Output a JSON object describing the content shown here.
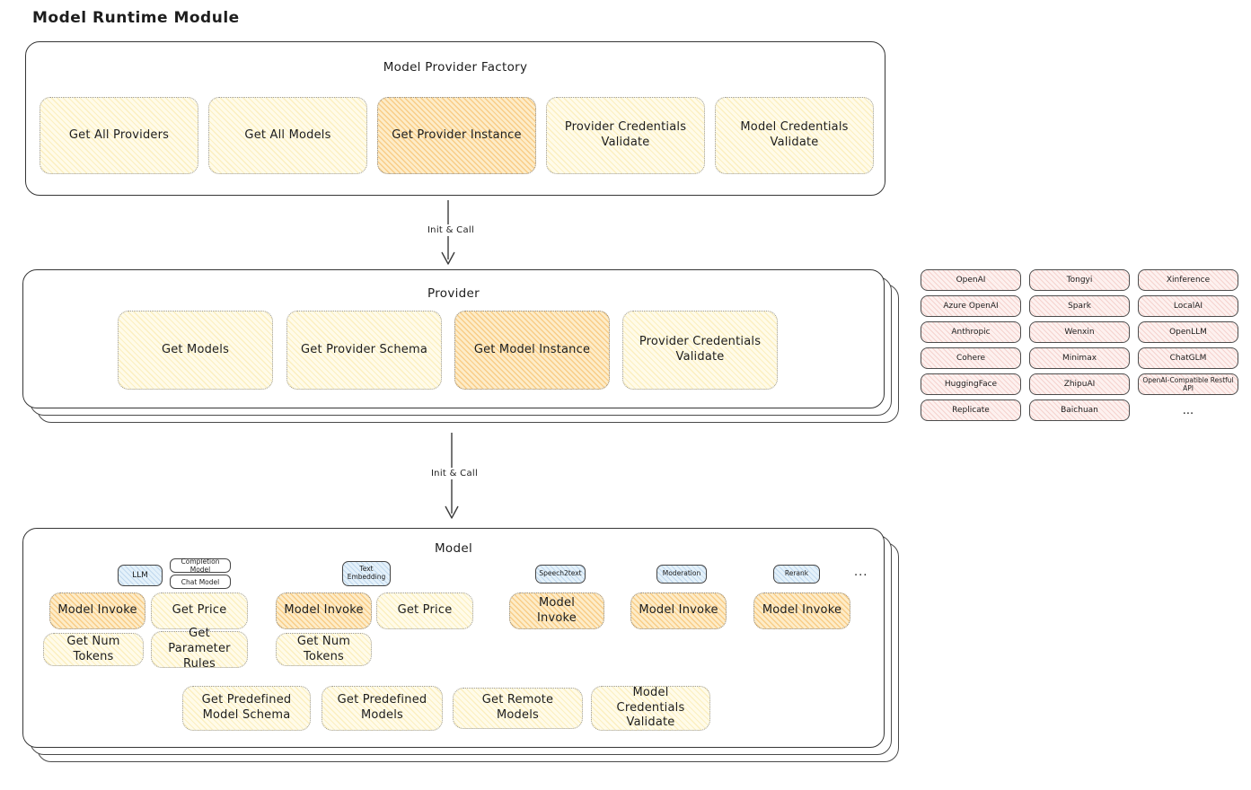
{
  "page_title": "Model Runtime Module",
  "arrow_label": "Init & Call",
  "factory": {
    "title": "Model Provider Factory",
    "buttons": [
      "Get All Providers",
      "Get All Models",
      "Get Provider Instance",
      "Provider Credentials Validate",
      "Model Credentials Validate"
    ]
  },
  "provider": {
    "title": "Provider",
    "buttons": [
      "Get Models",
      "Get Provider Schema",
      "Get Model Instance",
      "Provider Credentials Validate"
    ]
  },
  "provider_grid": {
    "rows": [
      [
        "OpenAI",
        "Tongyi",
        "Xinference"
      ],
      [
        "Azure OpenAI",
        "Spark",
        "LocalAI"
      ],
      [
        "Anthropic",
        "Wenxin",
        "OpenLLM"
      ],
      [
        "Cohere",
        "Minimax",
        "ChatGLM"
      ],
      [
        "HuggingFace",
        "ZhipuAI",
        "OpenAI-Compatible Restful API"
      ],
      [
        "Replicate",
        "Baichuan",
        "..."
      ]
    ]
  },
  "model": {
    "title": "Model",
    "ellipsis": "...",
    "tags": {
      "llm": "LLM",
      "completion": "Completion Model",
      "chat": "Chat Model",
      "embedding": "Text Embedding",
      "speech2text": "Speech2text",
      "moderation": "Moderation",
      "rerank": "Rerank"
    },
    "buttons": {
      "model_invoke": "Model Invoke",
      "get_price": "Get Price",
      "get_num_tokens": "Get Num Tokens",
      "get_parameter_rules": "Get Parameter Rules",
      "get_predefined_model_schema": "Get Predefined Model Schema",
      "get_predefined_models": "Get Predefined Models",
      "get_remote_models": "Get Remote Models",
      "model_credentials_validate": "Model Credentials Validate"
    }
  },
  "colors": {
    "yellow_fill": "#fffbe9",
    "yellow_hatch": "#f4d35e",
    "orange_fill": "#fdecc8",
    "orange_hatch": "#f3a638",
    "pink_fill": "#fdf1ef",
    "blue_fill": "#e4f1fa",
    "box_border": "#363636"
  }
}
